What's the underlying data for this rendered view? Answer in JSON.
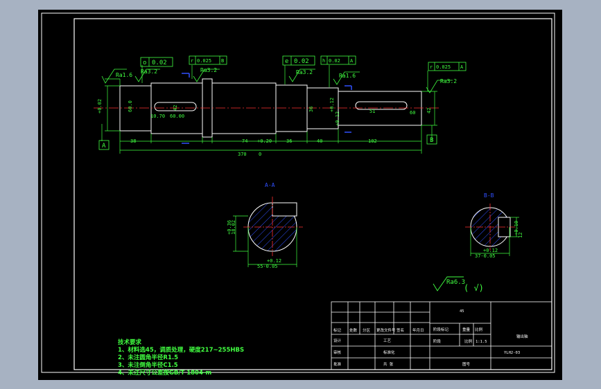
{
  "shaft": {
    "datum_a": "A",
    "datum_b": "B",
    "gtol_circ_1": {
      "symbol": "o",
      "value": "0.02"
    },
    "gtol_runout_1": {
      "symbol": "r",
      "value": "0.025",
      "datum": "B"
    },
    "gtol_circ_2": {
      "symbol": "e",
      "value": "0.02"
    },
    "gtol_parallel": {
      "symbol": "h",
      "value": "0.02",
      "datum": "A"
    },
    "gtol_runout_2": {
      "symbol": "r",
      "value": "0.025",
      "datum": "A"
    },
    "roughness": [
      "Ra1.6",
      "Ra3.2",
      "Ra3.2",
      "Ra3.2",
      "Ra1.6",
      "Ra3.2"
    ],
    "diameters": [
      "+0.02",
      "60.0",
      "42",
      "36",
      "+0.12",
      "+0.12",
      "42"
    ],
    "keyway_dims": [
      "10.70",
      "60.00",
      "60",
      "51"
    ],
    "lengths": [
      "38",
      "+0.20",
      "74",
      "36",
      "40",
      "102"
    ],
    "total_length": "370",
    "total_tol": "0"
  },
  "section_a": {
    "title": "A-A",
    "dim_left_1": "+0.36",
    "dim_left_2": "18.02",
    "dim_bottom_1": "+0.12",
    "dim_bottom_2": "55-0.05"
  },
  "section_b": {
    "title": "B-B",
    "dim_right_1": "+0.10",
    "dim_right_2": "12",
    "dim_bottom_1": "+0.12",
    "dim_bottom_2": "37-0.05"
  },
  "rest_roughness": {
    "symbol_label": "Ra6.3",
    "bracket": "( √)"
  },
  "tech_notes": {
    "title": "技术要求",
    "items": [
      "1、材料选45，调质处理，硬度217~255HBS",
      "2、未注圆角半径R1.5",
      "3、未注倒角半径C1.5",
      "4、未注尺寸公差按GB/T 1804-m"
    ]
  },
  "title_block": {
    "material": "45",
    "header_cells": [
      "标记",
      "处数",
      "分区",
      "更改文件号",
      "签名",
      "年月日"
    ],
    "col_heads": [
      "阶段标记",
      "重量",
      "比例"
    ],
    "scale": "1:1.5",
    "stage": "阶段",
    "ratio_label": "比例",
    "rows": [
      "设计",
      "审核",
      "工艺"
    ],
    "std_label": "标准化",
    "approve": "批准",
    "sheet_label": "共 张",
    "part_name": "输出轴",
    "drawing_no": "YLH2-03",
    "bottom_label": "图号"
  }
}
